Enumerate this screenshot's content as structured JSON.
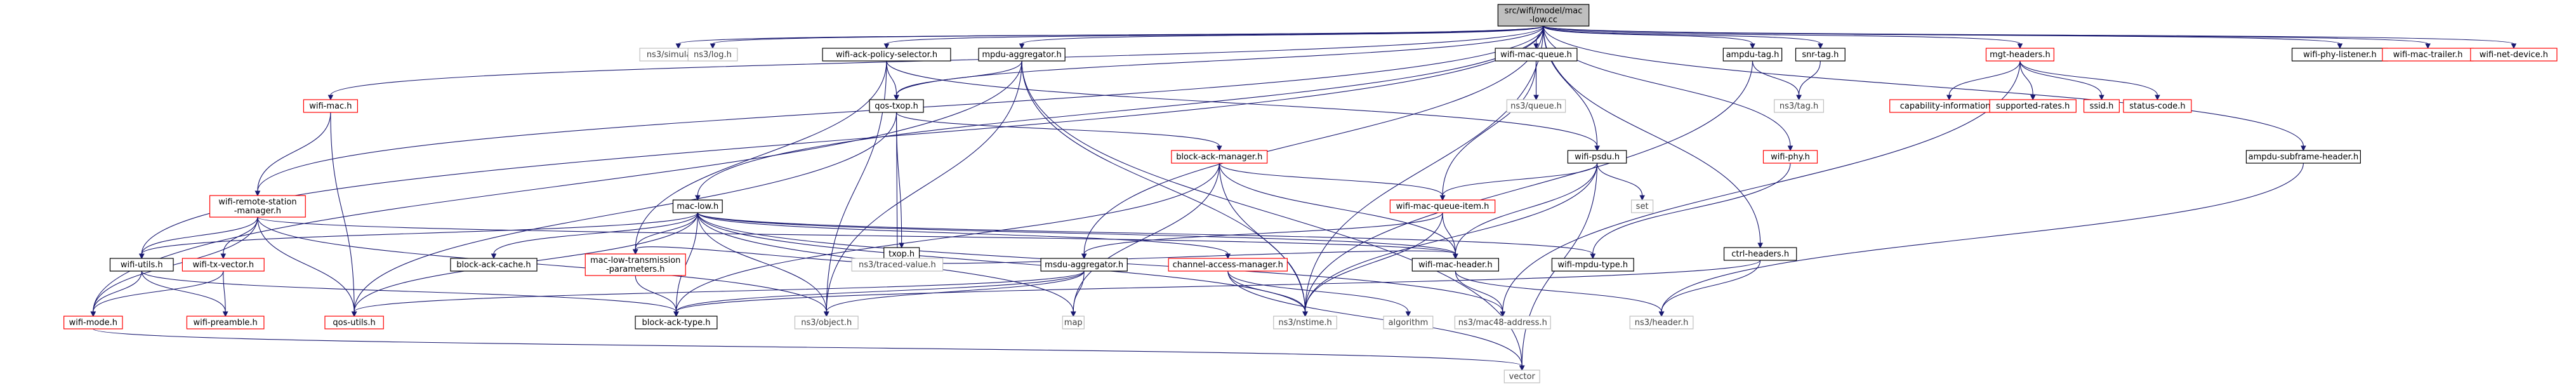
{
  "graph": {
    "colors": {
      "root_fill": "#bfbfbf",
      "root_border": "#000000",
      "doc_border": "#000000",
      "truncated_border": "#ff0000",
      "external_border": "#bfbfbf",
      "external_text": "#404040",
      "edge": "#191970"
    },
    "nodes": [
      {
        "id": "root",
        "lines": [
          "src/wifi/model/mac",
          "-low.cc"
        ],
        "kind": "root"
      },
      {
        "id": "simulator",
        "lines": [
          "ns3/simulator.h"
        ],
        "kind": "external"
      },
      {
        "id": "log",
        "lines": [
          "ns3/log.h"
        ],
        "kind": "external"
      },
      {
        "id": "wapsel",
        "lines": [
          "wifi-ack-policy-selector.h"
        ],
        "kind": "doc"
      },
      {
        "id": "mpdua",
        "lines": [
          "mpdu-aggregator.h"
        ],
        "kind": "doc"
      },
      {
        "id": "wmq",
        "lines": [
          "wifi-mac-queue.h"
        ],
        "kind": "doc"
      },
      {
        "id": "ampdutag",
        "lines": [
          "ampdu-tag.h"
        ],
        "kind": "doc"
      },
      {
        "id": "snrtag",
        "lines": [
          "snr-tag.h"
        ],
        "kind": "doc"
      },
      {
        "id": "mgt",
        "lines": [
          "mgt-headers.h"
        ],
        "kind": "truncated"
      },
      {
        "id": "wpl",
        "lines": [
          "wifi-phy-listener.h"
        ],
        "kind": "doc"
      },
      {
        "id": "wmt",
        "lines": [
          "wifi-mac-trailer.h"
        ],
        "kind": "truncated"
      },
      {
        "id": "wnd",
        "lines": [
          "wifi-net-device.h"
        ],
        "kind": "truncated"
      },
      {
        "id": "qostxop",
        "lines": [
          "qos-txop.h"
        ],
        "kind": "doc"
      },
      {
        "id": "queue",
        "lines": [
          "ns3/queue.h"
        ],
        "kind": "external"
      },
      {
        "id": "tag",
        "lines": [
          "ns3/tag.h"
        ],
        "kind": "external"
      },
      {
        "id": "capinfo",
        "lines": [
          "capability-information.h"
        ],
        "kind": "truncated"
      },
      {
        "id": "suprates",
        "lines": [
          "supported-rates.h"
        ],
        "kind": "truncated"
      },
      {
        "id": "ssid",
        "lines": [
          "ssid.h"
        ],
        "kind": "truncated"
      },
      {
        "id": "status",
        "lines": [
          "status-code.h"
        ],
        "kind": "truncated"
      },
      {
        "id": "wifimac",
        "lines": [
          "wifi-mac.h"
        ],
        "kind": "truncated"
      },
      {
        "id": "bam",
        "lines": [
          "block-ack-manager.h"
        ],
        "kind": "truncated"
      },
      {
        "id": "wpsdu",
        "lines": [
          "wifi-psdu.h"
        ],
        "kind": "doc"
      },
      {
        "id": "wphy",
        "lines": [
          "wifi-phy.h"
        ],
        "kind": "truncated"
      },
      {
        "id": "ampdusub",
        "lines": [
          "ampdu-subframe-header.h"
        ],
        "kind": "doc"
      },
      {
        "id": "wrsm",
        "lines": [
          "wifi-remote-station",
          "-manager.h"
        ],
        "kind": "truncated"
      },
      {
        "id": "maclow",
        "lines": [
          "mac-low.h"
        ],
        "kind": "doc"
      },
      {
        "id": "set",
        "lines": [
          "set"
        ],
        "kind": "external"
      },
      {
        "id": "wmqi",
        "lines": [
          "wifi-mac-queue-item.h"
        ],
        "kind": "truncated"
      },
      {
        "id": "txop",
        "lines": [
          "txop.h"
        ],
        "kind": "doc"
      },
      {
        "id": "ctrl",
        "lines": [
          "ctrl-headers.h"
        ],
        "kind": "doc"
      },
      {
        "id": "wutils",
        "lines": [
          "wifi-utils.h"
        ],
        "kind": "doc"
      },
      {
        "id": "wtxv",
        "lines": [
          "wifi-tx-vector.h"
        ],
        "kind": "truncated"
      },
      {
        "id": "bac",
        "lines": [
          "block-ack-cache.h"
        ],
        "kind": "doc"
      },
      {
        "id": "mltp",
        "lines": [
          "mac-low-transmission",
          "-parameters.h"
        ],
        "kind": "truncated"
      },
      {
        "id": "traced",
        "lines": [
          "ns3/traced-value.h"
        ],
        "kind": "external"
      },
      {
        "id": "msdua",
        "lines": [
          "msdu-aggregator.h"
        ],
        "kind": "doc"
      },
      {
        "id": "cam",
        "lines": [
          "channel-access-manager.h"
        ],
        "kind": "truncated"
      },
      {
        "id": "wmh",
        "lines": [
          "wifi-mac-header.h"
        ],
        "kind": "doc"
      },
      {
        "id": "wmpdut",
        "lines": [
          "wifi-mpdu-type.h"
        ],
        "kind": "doc"
      },
      {
        "id": "wmode",
        "lines": [
          "wifi-mode.h"
        ],
        "kind": "truncated"
      },
      {
        "id": "wpre",
        "lines": [
          "wifi-preamble.h"
        ],
        "kind": "truncated"
      },
      {
        "id": "qosutils",
        "lines": [
          "qos-utils.h"
        ],
        "kind": "truncated"
      },
      {
        "id": "batype",
        "lines": [
          "block-ack-type.h"
        ],
        "kind": "doc"
      },
      {
        "id": "object",
        "lines": [
          "ns3/object.h"
        ],
        "kind": "external"
      },
      {
        "id": "map",
        "lines": [
          "map"
        ],
        "kind": "external"
      },
      {
        "id": "nstime",
        "lines": [
          "ns3/nstime.h"
        ],
        "kind": "external"
      },
      {
        "id": "algorithm",
        "lines": [
          "algorithm"
        ],
        "kind": "external"
      },
      {
        "id": "mac48",
        "lines": [
          "ns3/mac48-address.h"
        ],
        "kind": "external"
      },
      {
        "id": "header",
        "lines": [
          "ns3/header.h"
        ],
        "kind": "external"
      },
      {
        "id": "vector",
        "lines": [
          "vector"
        ],
        "kind": "external"
      }
    ],
    "edges": [
      [
        "root",
        "simulator"
      ],
      [
        "root",
        "log"
      ],
      [
        "root",
        "wapsel"
      ],
      [
        "root",
        "mpdua"
      ],
      [
        "root",
        "wmq"
      ],
      [
        "root",
        "ampdutag"
      ],
      [
        "root",
        "snrtag"
      ],
      [
        "root",
        "mgt"
      ],
      [
        "root",
        "wpl"
      ],
      [
        "root",
        "wmt"
      ],
      [
        "root",
        "wnd"
      ],
      [
        "root",
        "qostxop"
      ],
      [
        "root",
        "wifimac"
      ],
      [
        "root",
        "wrsm"
      ],
      [
        "root",
        "maclow"
      ],
      [
        "root",
        "wutils"
      ],
      [
        "root",
        "wpsdu"
      ],
      [
        "root",
        "wphy"
      ],
      [
        "root",
        "ampdusub"
      ],
      [
        "root",
        "ctrl"
      ],
      [
        "root",
        "msdua"
      ],
      [
        "root",
        "nstime"
      ],
      [
        "wapsel",
        "qostxop"
      ],
      [
        "wapsel",
        "wpsdu"
      ],
      [
        "wapsel",
        "mltp"
      ],
      [
        "wapsel",
        "object"
      ],
      [
        "mpdua",
        "qostxop"
      ],
      [
        "mpdua",
        "object"
      ],
      [
        "mpdua",
        "nstime"
      ],
      [
        "mpdua",
        "vector"
      ],
      [
        "mpdua",
        "wmode"
      ],
      [
        "wmq",
        "queue"
      ],
      [
        "wmq",
        "wmqi"
      ],
      [
        "ampdutag",
        "tag"
      ],
      [
        "ampdutag",
        "nstime"
      ],
      [
        "snrtag",
        "tag"
      ],
      [
        "mgt",
        "capinfo"
      ],
      [
        "mgt",
        "suprates"
      ],
      [
        "mgt",
        "ssid"
      ],
      [
        "mgt",
        "status"
      ],
      [
        "mgt",
        "mac48"
      ],
      [
        "qostxop",
        "bam"
      ],
      [
        "qostxop",
        "txop"
      ],
      [
        "qostxop",
        "traced"
      ],
      [
        "qostxop",
        "qosutils"
      ],
      [
        "wifimac",
        "wrsm"
      ],
      [
        "wifimac",
        "qosutils"
      ],
      [
        "bam",
        "wmqi"
      ],
      [
        "bam",
        "wmh"
      ],
      [
        "bam",
        "batype"
      ],
      [
        "bam",
        "map"
      ],
      [
        "bam",
        "nstime"
      ],
      [
        "wpsdu",
        "wmqi"
      ],
      [
        "wpsdu",
        "wmh"
      ],
      [
        "wpsdu",
        "set"
      ],
      [
        "wpsdu",
        "nstime"
      ],
      [
        "wpsdu",
        "vector"
      ],
      [
        "wphy",
        "wmpdut"
      ],
      [
        "ampdusub",
        "header"
      ],
      [
        "wrsm",
        "wutils"
      ],
      [
        "wrsm",
        "wtxv"
      ],
      [
        "wrsm",
        "wmode"
      ],
      [
        "wrsm",
        "qosutils"
      ],
      [
        "wrsm",
        "wmh"
      ],
      [
        "wrsm",
        "object"
      ],
      [
        "maclow",
        "wutils"
      ],
      [
        "maclow",
        "bac"
      ],
      [
        "maclow",
        "mltp"
      ],
      [
        "maclow",
        "cam"
      ],
      [
        "maclow",
        "wmh"
      ],
      [
        "maclow",
        "qosutils"
      ],
      [
        "maclow",
        "batype"
      ],
      [
        "maclow",
        "object"
      ],
      [
        "maclow",
        "map"
      ],
      [
        "maclow",
        "nstime"
      ],
      [
        "maclow",
        "mac48"
      ],
      [
        "maclow",
        "wmpdut"
      ],
      [
        "wmqi",
        "wmh"
      ],
      [
        "wmqi",
        "msdua"
      ],
      [
        "wmqi",
        "nstime"
      ],
      [
        "txop",
        "traced"
      ],
      [
        "txop",
        "mltp"
      ],
      [
        "txop",
        "wmh"
      ],
      [
        "ctrl",
        "header"
      ],
      [
        "ctrl",
        "batype"
      ],
      [
        "wutils",
        "wmode"
      ],
      [
        "wutils",
        "wpre"
      ],
      [
        "wutils",
        "batype"
      ],
      [
        "wtxv",
        "wmode"
      ],
      [
        "wtxv",
        "wpre"
      ],
      [
        "mltp",
        "batype"
      ],
      [
        "msdua",
        "batype"
      ],
      [
        "msdua",
        "object"
      ],
      [
        "msdua",
        "map"
      ],
      [
        "msdua",
        "qosutils"
      ],
      [
        "cam",
        "nstime"
      ],
      [
        "cam",
        "algorithm"
      ],
      [
        "cam",
        "vector"
      ],
      [
        "wmh",
        "mac48"
      ],
      [
        "wmh",
        "header"
      ],
      [
        "wmode",
        "vector"
      ]
    ]
  }
}
